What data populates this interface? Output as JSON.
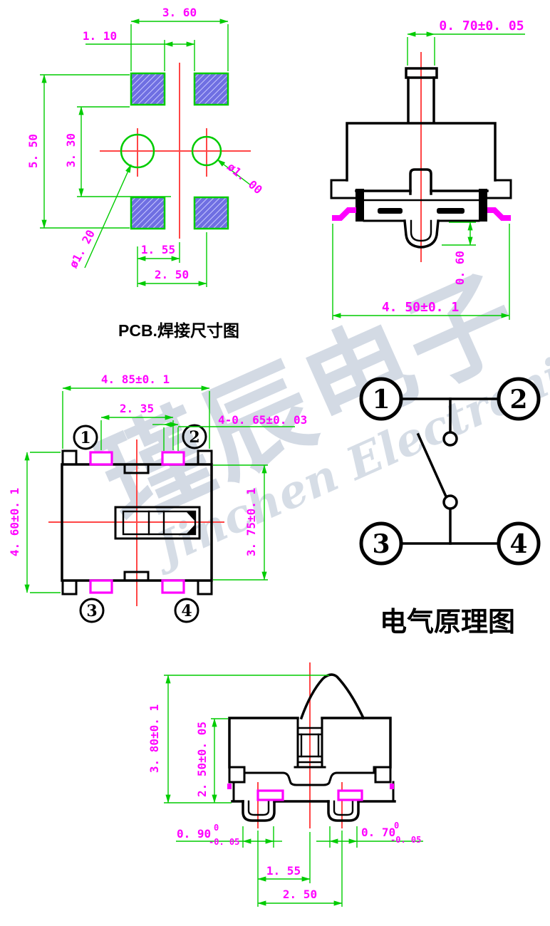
{
  "watermark": {
    "text_cn": "瑾辰电子",
    "text_en": "Jinchen Electronics"
  },
  "colors": {
    "dimension_green": "#00cc00",
    "dimension_text_magenta": "#ff00ff",
    "outline_black": "#000000",
    "centerline_red": "#ff4646",
    "pad_hatch_blue": "#6f6fe2",
    "terminal_magenta": "#ff00ff",
    "watermark_blue_gray": "#b6c2d3"
  },
  "pcb_footprint": {
    "title": "PCB.焊接尺寸图",
    "dim_pad_span": "3. 60",
    "dim_pad_gap": "1. 10",
    "dim_outer_height": "5. 50",
    "dim_inner_height": "3. 30",
    "dim_hole_right": "ø1. 00",
    "dim_hole_left": "ø1. 20",
    "dim_hole_offset": "1. 55",
    "dim_hole_pitch": "2. 50"
  },
  "side_view": {
    "dim_stem_width": "0. 70±0. 05",
    "dim_bump_height": "0. 60",
    "dim_body_width": "4. 50±0. 1"
  },
  "top_view": {
    "dim_overall_width": "4. 85±0. 1",
    "dim_pad_pitch": "2. 35",
    "dim_pad_width": "4-0. 65±0. 03",
    "dim_overall_height": "4. 60±0. 1",
    "dim_body_height": "3. 75±0. 1",
    "pin1": "1",
    "pin2": "2",
    "pin3": "3",
    "pin4": "4"
  },
  "schematic": {
    "title": "电气原理图",
    "pin1": "1",
    "pin2": "2",
    "pin3": "3",
    "pin4": "4"
  },
  "front_view": {
    "dim_total_height": "3. 80±0. 1",
    "dim_body_height": "2. 50±0. 05",
    "lead_left": {
      "value": "0. 90",
      "tol_upper": "0",
      "tol_lower": "-0. 05"
    },
    "lead_right": {
      "value": "0. 70",
      "tol_upper": "0",
      "tol_lower": "-0. 05"
    },
    "dim_lead_offset": "1. 55",
    "dim_lead_pitch": "2. 50"
  }
}
